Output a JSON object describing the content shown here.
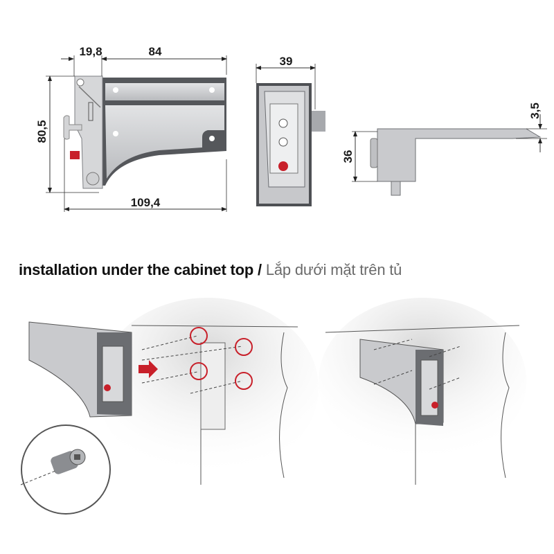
{
  "dimensions": {
    "offset_width": "19,8",
    "arm_length": "84",
    "height": "80,5",
    "total_length": "109,4",
    "depth": "39",
    "mount_height": "36",
    "arm_thickness": "3,5"
  },
  "section": {
    "title_en": "installation under the cabinet top /",
    "title_vi": " Lắp dưới mặt trên tủ"
  },
  "colors": {
    "metal": "#c9cacc",
    "metal_dark": "#8e9094",
    "accent_red": "#c8202a",
    "line": "#333333"
  }
}
